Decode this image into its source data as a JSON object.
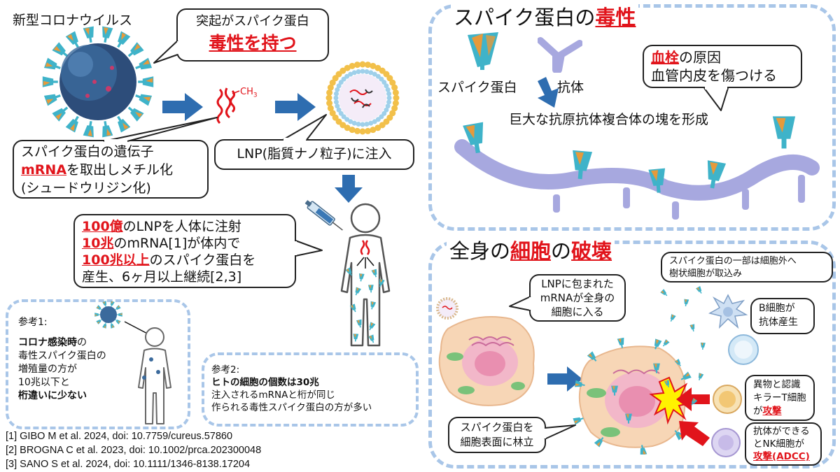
{
  "left": {
    "virus_label": "新型コロナウイルス",
    "spike_bubble": {
      "line1": "突起がスパイク蛋白",
      "line2": "毒性を持つ"
    },
    "ch3": "CH",
    "ch3_sub": "3",
    "mrna_bubble": {
      "line1": "スパイク蛋白の遺伝子",
      "line2_red": "mRNA",
      "line2_rest": "を取出しメチル化",
      "line3": "(シュードウリジン化)"
    },
    "lnp_bubble": "LNP(脂質ナノ粒子)に注入",
    "injection_bubble": {
      "l1_red": "100億",
      "l1_rest": "のLNPを人体に注射",
      "l2_red": "10兆",
      "l2_rest": "のmRNA[1]が体内で",
      "l3_red": "100兆以上",
      "l3_rest": "のスパイク蛋白を",
      "l4": "産生、6ヶ月以上継続[2,3]"
    },
    "ref1": {
      "title": "参考1:",
      "l1_bold": "コロナ感染時",
      "l1_rest": "の",
      "l2": "毒性スパイク蛋白の",
      "l3": "増殖量の方が",
      "l4": "10兆以下と",
      "l5_bold": "桁違いに少ない"
    },
    "ref2": {
      "title": "参考2:",
      "l1_bold": "ヒトの細胞の個数は30兆",
      "l2": "注入されるmRNAと桁が同じ",
      "l3": "作られる毒性スパイク蛋白の方が多い"
    },
    "references": [
      "[1] GIBO M et al. 2024, doi: 10.7759/cureus.57860",
      "[2] BROGNA C et al. 2023, doi: 10.1002/prca.202300048",
      "[3] SANO S et al. 2024, doi: 10.1111/1346-8138.17204"
    ]
  },
  "top_right": {
    "title_main": "スパイク蛋白の",
    "title_red": "毒性",
    "spike_label": "スパイク蛋白",
    "antibody_label": "抗体",
    "complex_label": "巨大な抗原抗体複合体の塊を形成",
    "thrombus_bubble": {
      "l1_red": "血栓",
      "l1_rest": "の原因",
      "l2": "血管内皮を傷つける"
    }
  },
  "bottom_right": {
    "title_main": "全身の",
    "title_red1": "細胞",
    "title_mid": "の",
    "title_red2": "破壊",
    "dendritic_bubble": {
      "l1": "スパイク蛋白の一部は細胞外へ",
      "l2": "樹状細胞が取込み"
    },
    "lnp_cells_bubble": {
      "l1": "LNPに包まれた",
      "l2": "mRNAが全身の",
      "l3": "細胞に入る"
    },
    "bcell_bubble": {
      "l1": "B細胞が",
      "l2": "抗体産生"
    },
    "tcell_bubble": {
      "l1": "異物と認識",
      "l2": "キラーT細胞",
      "l3_pre": "が",
      "l3_red": "攻撃"
    },
    "surface_bubble": {
      "l1": "スパイク蛋白を",
      "l2": "細胞表面に林立"
    },
    "nk_bubble": {
      "l1": "抗体ができる",
      "l2": "とNK細胞が",
      "l3_red": "攻撃(ADCC)"
    }
  },
  "colors": {
    "accent_red": "#e1141b",
    "arrow_blue": "#2e6db0",
    "dash_blue": "#a9c6e8",
    "spike_orange": "#e69a3b",
    "spike_teal": "#3fb3c9",
    "antibody_lavender": "#a7a8df"
  }
}
